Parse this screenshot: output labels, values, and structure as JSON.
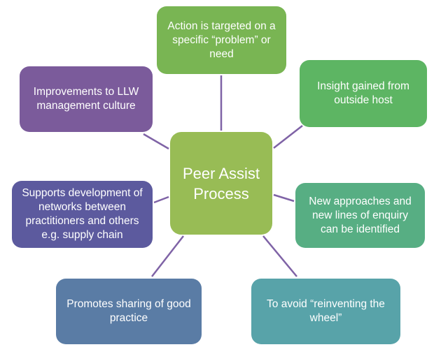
{
  "center": {
    "line1": "Peer Assist",
    "line2": "Process"
  },
  "nodes": {
    "top": "Action is targeted on a specific “problem” or need",
    "top_right": "Insight gained from outside host",
    "right": "New approaches and new lines of enquiry can be identified",
    "bottom_right": "To avoid “reinventing the wheel”",
    "bottom_left": "Promotes sharing of good practice",
    "left": "Supports development of networks between practitioners and others e.g. supply chain",
    "top_left": "Improvements to LLW management culture"
  },
  "colors": {
    "center": "#98bc55",
    "connector": "#7f63a6",
    "top": "#79b553",
    "top_right": "#5db563",
    "right": "#57ae83",
    "bottom_right": "#58a3a9",
    "bottom_left": "#5a7ca5",
    "left": "#5c5a9e",
    "top_left": "#7b5b9b"
  }
}
